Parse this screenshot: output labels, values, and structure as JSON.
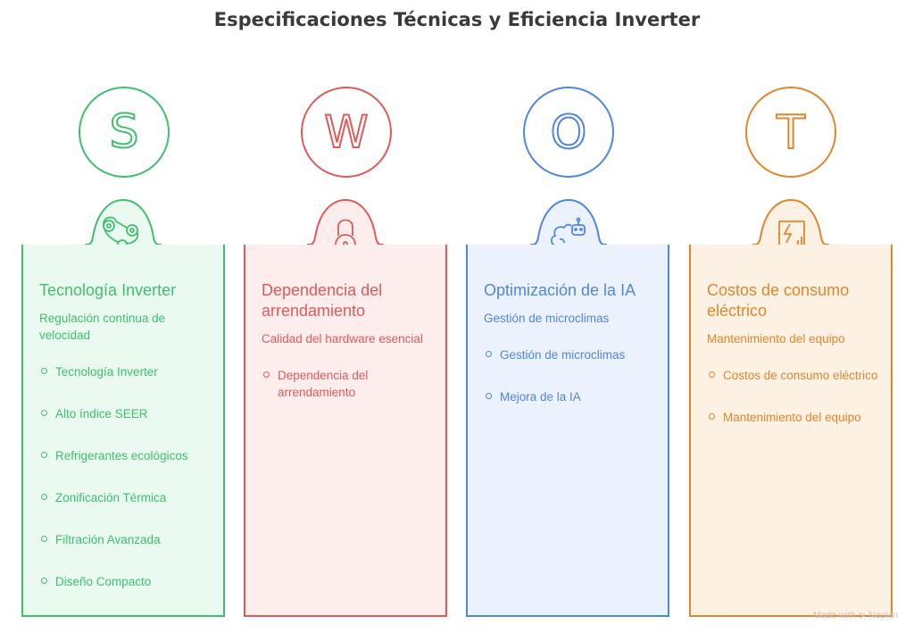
{
  "title": "Especificaciones Técnicas y Eficiencia Inverter",
  "colors": {
    "green": "#3fbf6e",
    "green_bg": "#eafaf0",
    "red": "#e05a5a",
    "red_bg": "#fdeded",
    "blue": "#4f86e0",
    "blue_bg": "#ecf2fd",
    "orange": "#e0862c",
    "orange_bg": "#fdf1e4"
  },
  "columns": [
    {
      "letter": "S",
      "icon": "gears-belt-icon",
      "heading": "Tecnología Inverter",
      "desc": "Regulación continua de velocidad",
      "items": [
        "Tecnología Inverter",
        "Alto índice SEER",
        "Refrigerantes ecológicos",
        "Zonificación Térmica",
        "Filtración Avanzada",
        "Diseño Compacto"
      ]
    },
    {
      "letter": "W",
      "icon": "padlock-icon",
      "heading": "Dependencia del arrendamiento",
      "desc": "Calidad del hardware esencial",
      "items": [
        "Dependencia del arrendamiento"
      ]
    },
    {
      "letter": "O",
      "icon": "brain-robot-icon",
      "heading": "Optimización de la IA",
      "desc": "Gestión de microclimas",
      "items": [
        "Gestión de microclimas",
        "Mejora de la IA"
      ]
    },
    {
      "letter": "T",
      "icon": "energy-chart-icon",
      "heading": "Costos de consumo eléctrico",
      "desc": "Mantenimiento del equipo",
      "items": [
        "Costos de consumo eléctrico",
        "Mantenimiento del equipo"
      ]
    }
  ],
  "watermark": "Made with ⋟ Napkin"
}
